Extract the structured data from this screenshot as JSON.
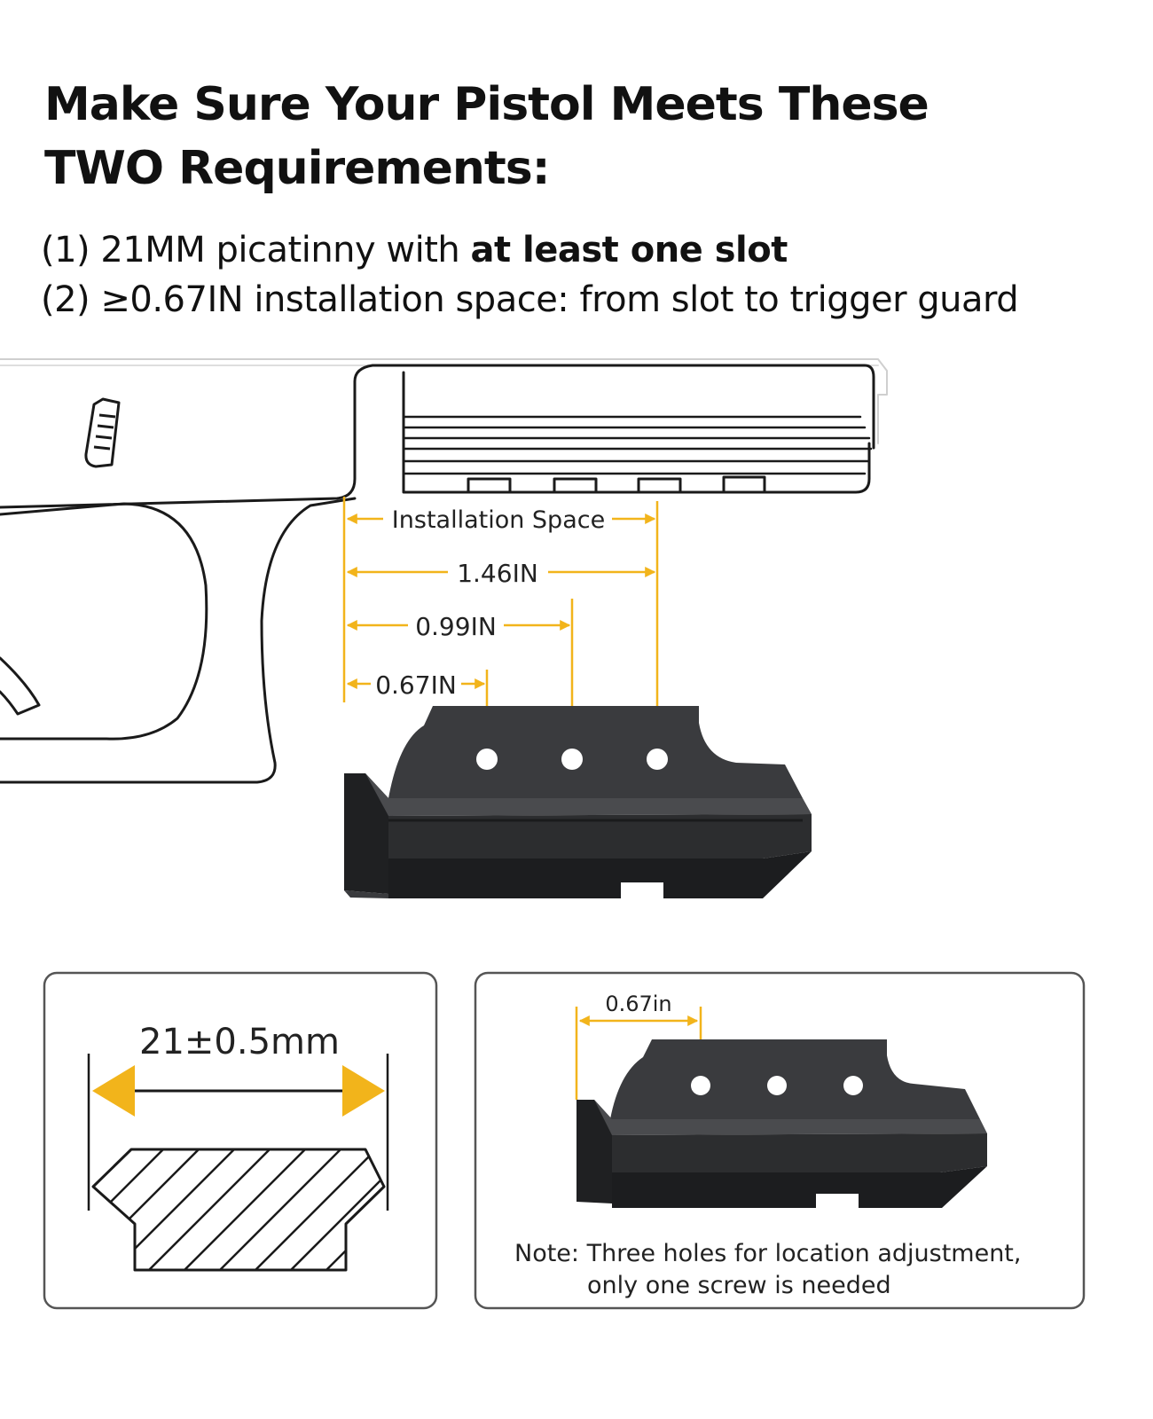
{
  "headline": {
    "line1": "Make Sure Your Pistol Meets These",
    "line2": "TWO Requirements:"
  },
  "requirements": [
    {
      "prefix": "(1) 21MM picatinny with ",
      "emphasis": "at least one slot"
    },
    {
      "text": "(2) ≥0.67IN installation space: from slot to trigger guard"
    }
  ],
  "dimensions": {
    "installation_space": "Installation Space",
    "d1": "1.46IN",
    "d2": "0.99IN",
    "d3": "0.67IN"
  },
  "rail_panel": {
    "width_label": "21±0.5mm"
  },
  "mount_panel": {
    "spacing_label": "0.67in",
    "note_line1": "Note: Three holes for location adjustment,",
    "note_line2": "only one screw is needed"
  },
  "colors": {
    "accent": "#f2b41b",
    "outline": "#1a1a1a",
    "metal": "#2e2f31"
  }
}
